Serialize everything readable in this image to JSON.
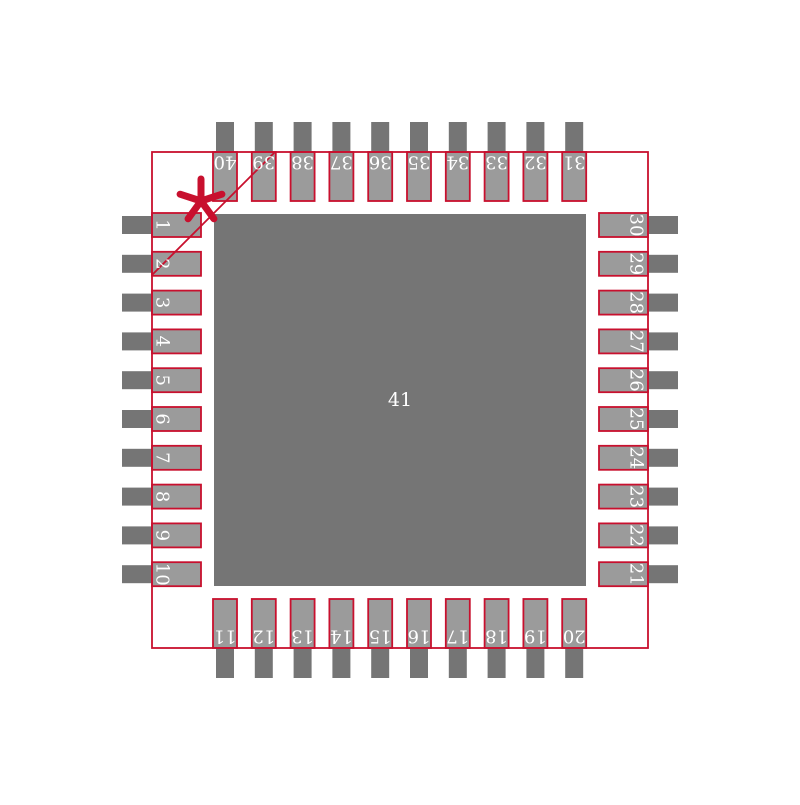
{
  "footprint": {
    "center_pad_label": "41",
    "colors": {
      "background": "#ffffff",
      "lead": "#757575",
      "pad_fill": "#9b9b9b",
      "outline": "#c8102e",
      "label": "#ffffff",
      "pin1_marker": "#c8102e"
    },
    "left_pins": [
      "1",
      "2",
      "3",
      "4",
      "5",
      "6",
      "7",
      "8",
      "9",
      "10"
    ],
    "bottom_pins": [
      "11",
      "12",
      "13",
      "14",
      "15",
      "16",
      "17",
      "18",
      "19",
      "20"
    ],
    "right_pins": [
      "21",
      "22",
      "23",
      "24",
      "25",
      "26",
      "27",
      "28",
      "29",
      "30"
    ],
    "top_pins": [
      "31",
      "32",
      "33",
      "34",
      "35",
      "36",
      "37",
      "38",
      "39",
      "40"
    ],
    "pin1_marker_icon": "asterisk-icon"
  }
}
